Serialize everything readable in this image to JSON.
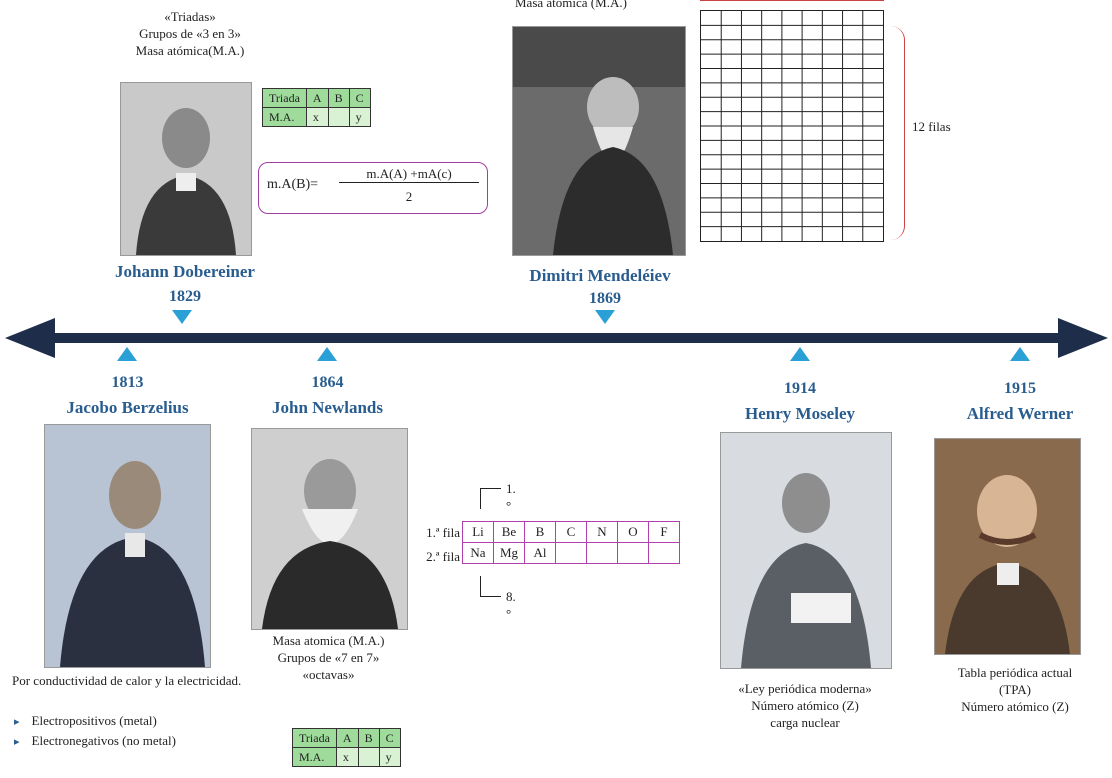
{
  "timeline": {
    "above": [
      {
        "name": "Johann Dobereiner",
        "year": "1829"
      },
      {
        "name": "Dimitri Mendeléiev",
        "year": "1869"
      }
    ],
    "below": [
      {
        "year": "1813",
        "name": "Jacobo Berzelius"
      },
      {
        "year": "1864",
        "name": "John Newlands"
      },
      {
        "year": "1914",
        "name": "Henry Moseley"
      },
      {
        "year": "1915",
        "name": "Alfred Werner"
      }
    ]
  },
  "dobereiner": {
    "caption_lines": [
      "«Triadas»",
      "Grupos de «3 en 3»",
      "Masa atómica(M.A.)"
    ],
    "table": {
      "row1": [
        "Triada",
        "A",
        "B",
        "C"
      ],
      "row2": [
        "M.A.",
        "x",
        "",
        "y"
      ]
    },
    "formula": {
      "lhs": "m.A(B)=",
      "numerator": "m.A(A) +mA(c)",
      "denominator": "2"
    }
  },
  "mendeleiev": {
    "caption_top": "Masa atómica (M.A.)",
    "rows_label": "12 filas"
  },
  "berzelius": {
    "text": "Por conductividad de calor y la electricidad.",
    "bullets": [
      "Electropositivos (metal)",
      "Electronegativos (no metal)"
    ]
  },
  "newlands": {
    "caption_lines": [
      "Masa atomica (M.A.)",
      "Grupos de «7 en 7»",
      "«octavas»"
    ],
    "table": {
      "row1": [
        "Triada",
        "A",
        "B",
        "C"
      ],
      "row2": [
        "M.A.",
        "x",
        "",
        "y"
      ]
    },
    "octave": {
      "row_labels": [
        "1.ª fila",
        "2.ª fila"
      ],
      "row1": [
        "Li",
        "Be",
        "B",
        "C",
        "N",
        "O",
        "F"
      ],
      "row2": [
        "Na",
        "Mg",
        "Al",
        "",
        "",
        "",
        ""
      ],
      "top_marker": "1.°",
      "bottom_marker": "8.°"
    }
  },
  "moseley": {
    "caption_lines": [
      "«Ley periódica moderna»",
      "Número atómico (Z)",
      "carga nuclear"
    ]
  },
  "werner": {
    "caption_lines": [
      "Tabla periódica actual",
      "(TPA)",
      "Número atómico (Z)"
    ]
  },
  "colors": {
    "timeline": "#1d2d4a",
    "marker": "#2aa0d6",
    "name": "#2a5d8f",
    "table_border": "#a03fa0",
    "table_header": "#9fdc9b"
  }
}
